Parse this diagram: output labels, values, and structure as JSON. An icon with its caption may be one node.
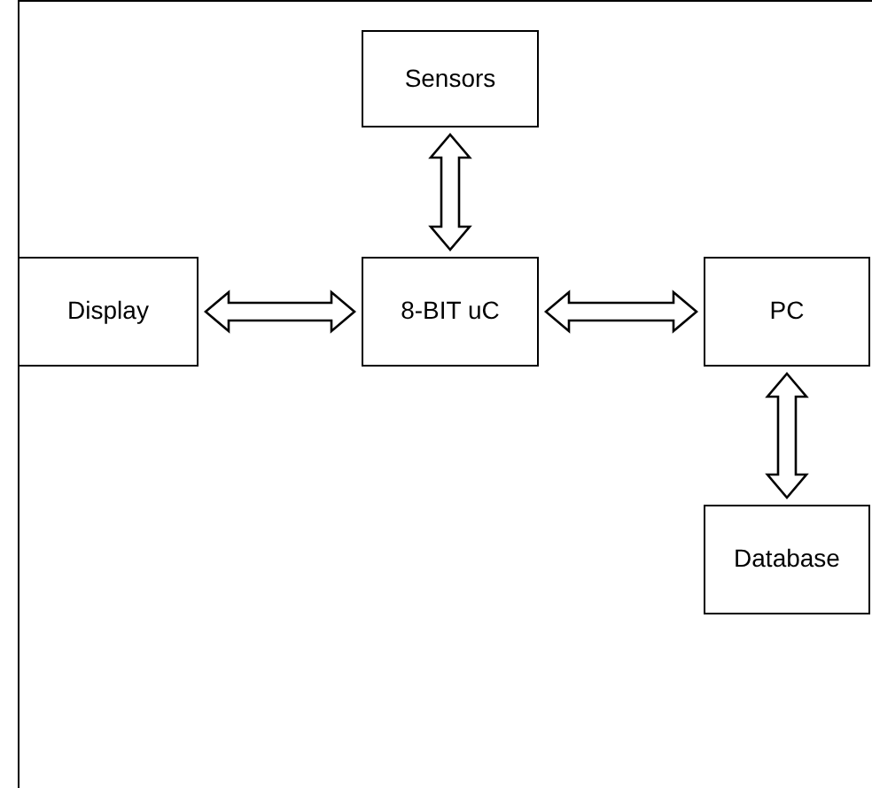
{
  "diagram": {
    "nodes": [
      {
        "text": [
          "Sensors"
        ]
      },
      {
        "text": [
          "Display"
        ]
      },
      {
        "text": [
          "8-BIT uC"
        ]
      },
      {
        "text": [
          "PC"
        ]
      },
      {
        "text": [
          "Database"
        ]
      }
    ],
    "edges": [
      {
        "from": 0,
        "to": 2,
        "arrow": "both"
      },
      {
        "from": 1,
        "to": 2,
        "arrow": "both"
      },
      {
        "from": 2,
        "to": 3,
        "arrow": "both"
      },
      {
        "from": 3,
        "to": 4,
        "arrow": "both"
      }
    ]
  }
}
